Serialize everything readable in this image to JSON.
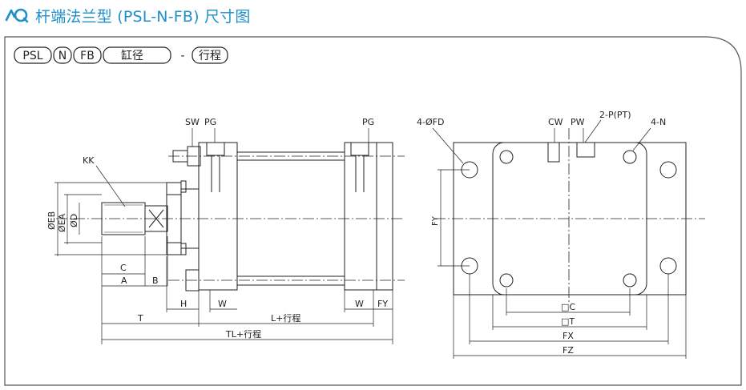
{
  "header": {
    "title": "杆端法兰型 (PSL-N-FB) 尺寸图"
  },
  "model_code": {
    "parts": [
      "PSL",
      "N",
      "FB",
      "缸径",
      "行程"
    ],
    "separator": "-"
  },
  "labels": {
    "sw": "SW",
    "pg_left": "PG",
    "pg_right": "PG",
    "kk": "KK",
    "eb": "ØEB",
    "ea": "ØEA",
    "d": "ØD",
    "c": "C",
    "a": "A",
    "b": "B",
    "h": "H",
    "w_left": "W",
    "w_right": "W",
    "fy_bottom": "FY",
    "t": "T",
    "l_stroke": "L+行程",
    "tl_stroke": "TL+行程",
    "fd": "4-ØFD",
    "cw": "CW",
    "pw": "PW",
    "p_pt": "2-P(PT)",
    "n4": "4-N",
    "fy_side": "FY",
    "sq_c": "□C",
    "sq_t": "□T",
    "fx": "FX",
    "fz": "FZ"
  },
  "colors": {
    "accent": "#1f8fc9",
    "line": "#222222",
    "frame": "#555555"
  }
}
